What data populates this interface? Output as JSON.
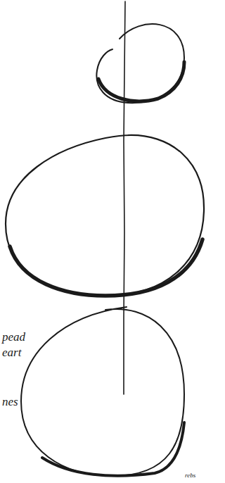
{
  "diagram": {
    "labels": [
      "pead",
      "eart",
      "nes",
      "rebs"
    ]
  }
}
